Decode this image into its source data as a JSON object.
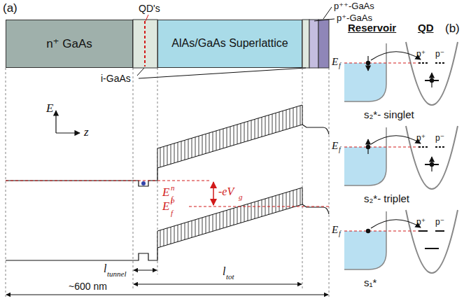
{
  "diagram": {
    "nodes": [
      {
        "text": [
          "n⁺ GaAs"
        ]
      },
      {
        "text": [
          "AlAs/GaAs Superlattice"
        ]
      }
    ],
    "labels": [
      "(a)",
      "(b)",
      "QD's",
      "p⁺⁺-GaAs",
      "p⁺-GaAs",
      "i-GaAs",
      "E",
      "z",
      "E",
      "f",
      "n",
      "E",
      "f",
      "p",
      "-eV",
      "g",
      "l",
      "tunnel",
      "l",
      "tot",
      "~600 nm",
      "Reservoir",
      "QD",
      "E",
      "f",
      "p⁺",
      "p⁻",
      "s₂*- singlet",
      "E",
      "f",
      "p⁺",
      "p⁻",
      "s₂*- triplet",
      "E",
      "f",
      "p⁺",
      "p⁻",
      "s₁*"
    ]
  }
}
